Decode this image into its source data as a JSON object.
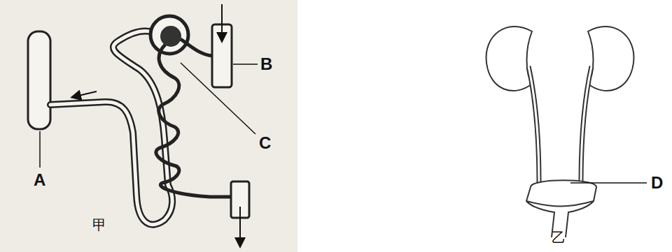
{
  "diagram": {
    "labels": [
      "A",
      "B",
      "C",
      "甲",
      "D",
      "乙"
    ]
  }
}
